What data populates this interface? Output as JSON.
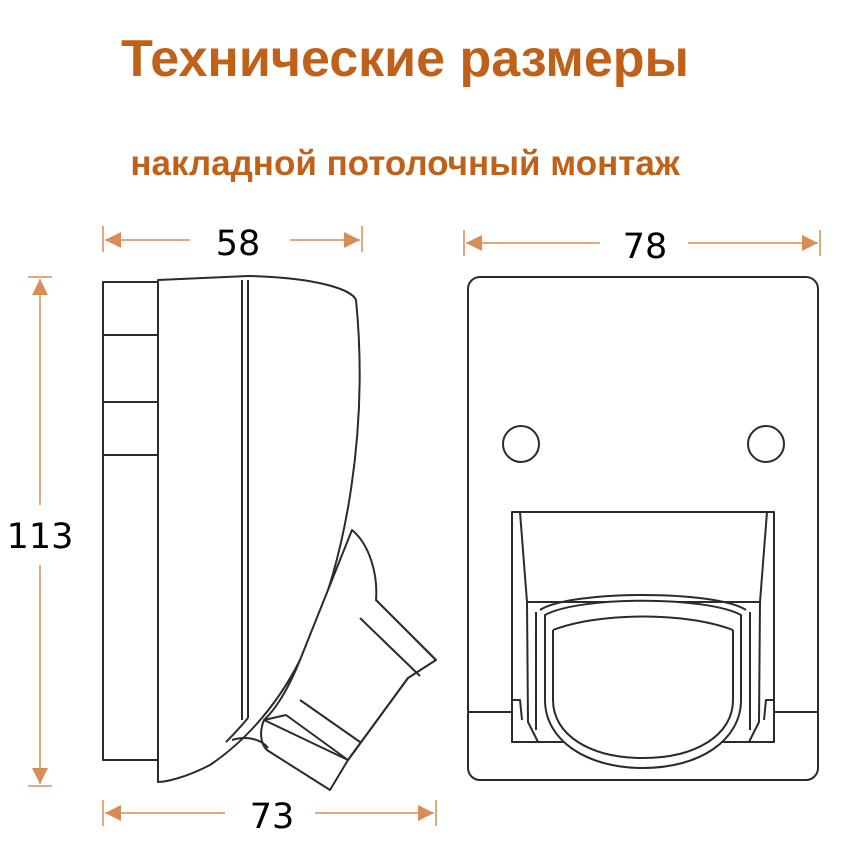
{
  "header": {
    "title": "Технические размеры",
    "subtitle": "накладной потолочный монтаж"
  },
  "dimensions": {
    "side_width": "58",
    "front_width": "78",
    "height": "113",
    "overall_depth": "73"
  },
  "colors": {
    "accent": "#c0611a",
    "arrow": "#d98c55",
    "line": "#2b2b2b",
    "text": "#000000"
  }
}
